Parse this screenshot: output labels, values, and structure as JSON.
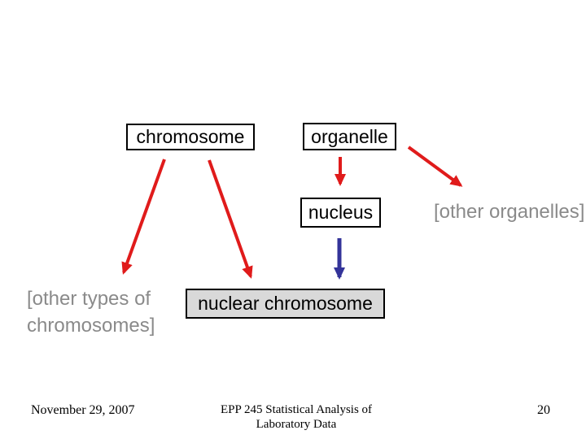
{
  "slide": {
    "nodes": {
      "chromosome": {
        "label": "chromosome",
        "fill": "#ffffff"
      },
      "organelle": {
        "label": "organelle",
        "fill": "#ffffff"
      },
      "nucleus": {
        "label": "nucleus",
        "fill": "#ffffff"
      },
      "nuclear_chromosome": {
        "label": "nuclear chromosome",
        "fill": "#d9d9d9"
      },
      "other_organelles": {
        "label": "[other organelles]"
      },
      "other_types": {
        "label_line1": "[other types of",
        "label_line2": "chromosomes]"
      }
    },
    "edges": [
      {
        "from": "chromosome",
        "to": "other types of chromosomes",
        "color": "#e01b1b"
      },
      {
        "from": "chromosome",
        "to": "nuclear chromosome",
        "color": "#e01b1b"
      },
      {
        "from": "organelle",
        "to": "nucleus",
        "color": "#e01b1b"
      },
      {
        "from": "organelle",
        "to": "other organelles",
        "color": "#e01b1b"
      },
      {
        "from": "nucleus",
        "to": "nuclear chromosome",
        "color": "#333399"
      }
    ],
    "colors": {
      "arrow_red": "#e01b1b",
      "arrow_blue": "#333399",
      "muted_text": "#8a8a8a",
      "box_border": "#000000",
      "box_fill": "#ffffff",
      "box_fill_shaded": "#d9d9d9",
      "background": "#ffffff"
    }
  },
  "footer": {
    "date": "November 29, 2007",
    "course_line1": "EPP 245 Statistical Analysis of",
    "course_line2": "Laboratory Data",
    "page_number": "20"
  }
}
